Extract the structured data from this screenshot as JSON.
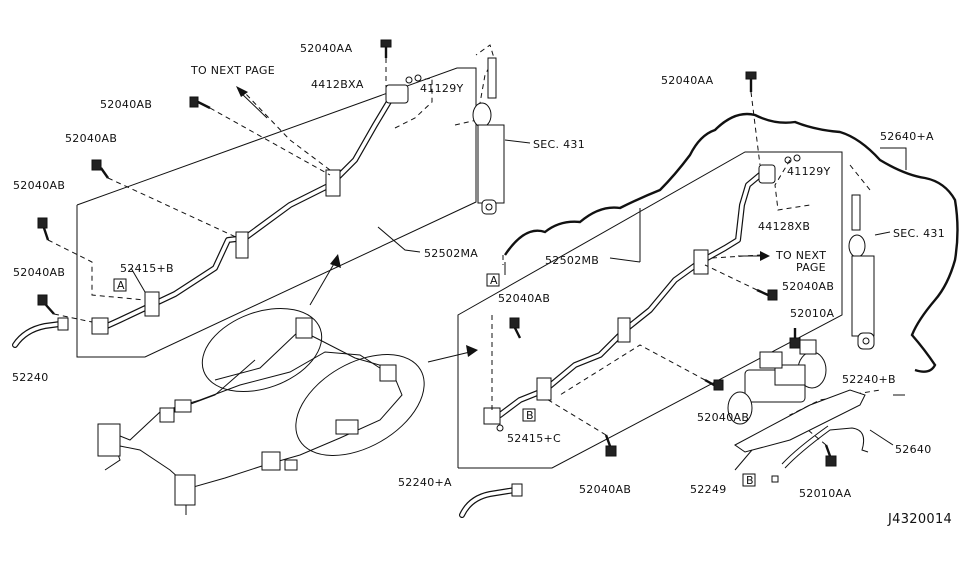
{
  "diagram": {
    "code": "J4320014",
    "labels": {
      "bolt_aa_left": "52040AA",
      "bolt_ab_1": "52040AB",
      "bolt_ab_2": "52040AB",
      "bolt_ab_3": "52040AB",
      "bolt_ab_4": "52040AB",
      "next_page_left": "TO NEXT PAGE",
      "xa_4412": "4412BXA",
      "y_41129_left": "41129Y",
      "sec431_left": "SEC. 431",
      "p52415b": "52415+B",
      "ref_a_left": "A",
      "p52502ma": "52502MA",
      "p52240": "52240",
      "bolt_aa_right": "52040AA",
      "p52640a": "52640+A",
      "y_41129_right": "41129Y",
      "xb_44128": "44128XB",
      "sec431_right": "SEC. 431",
      "next_page_right_1": "TO NEXT",
      "next_page_right_2": "PAGE",
      "p52502mb": "52502MB",
      "ref_a_right": "A",
      "bolt_ab_5": "52040AB",
      "bolt_ab_6": "52040AB",
      "p52010a": "52010A",
      "p52240b": "52240+B",
      "ref_b_left": "B",
      "p52415c": "52415+C",
      "bolt_ab_7": "52040AB",
      "p52640": "52640",
      "p52240a": "52240+A",
      "bolt_ab_8": "52040AB",
      "p52249": "52249",
      "ref_b_right": "B",
      "p52010aa": "52010AA"
    }
  }
}
